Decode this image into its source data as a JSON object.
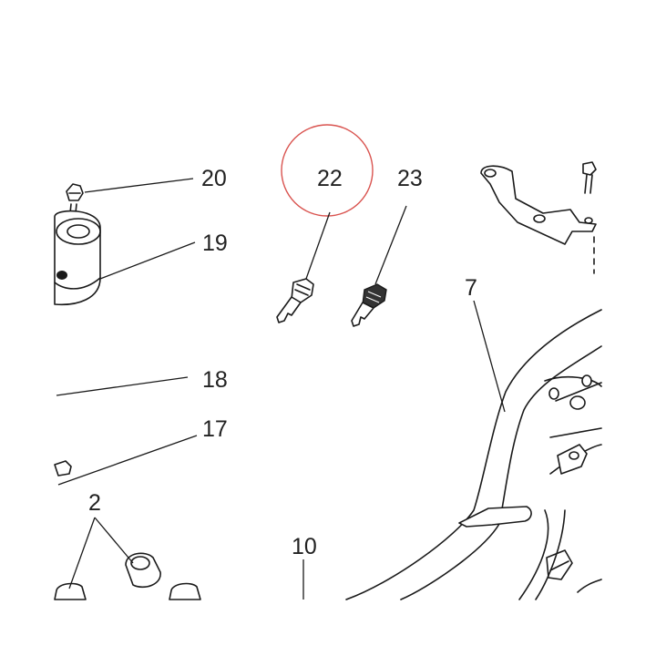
{
  "callouts": [
    "20",
    "22",
    "23",
    "19",
    "7",
    "18",
    "17",
    "2",
    "10"
  ],
  "highlight_color": "#d9534f",
  "ink_color": "#1a1a1a"
}
